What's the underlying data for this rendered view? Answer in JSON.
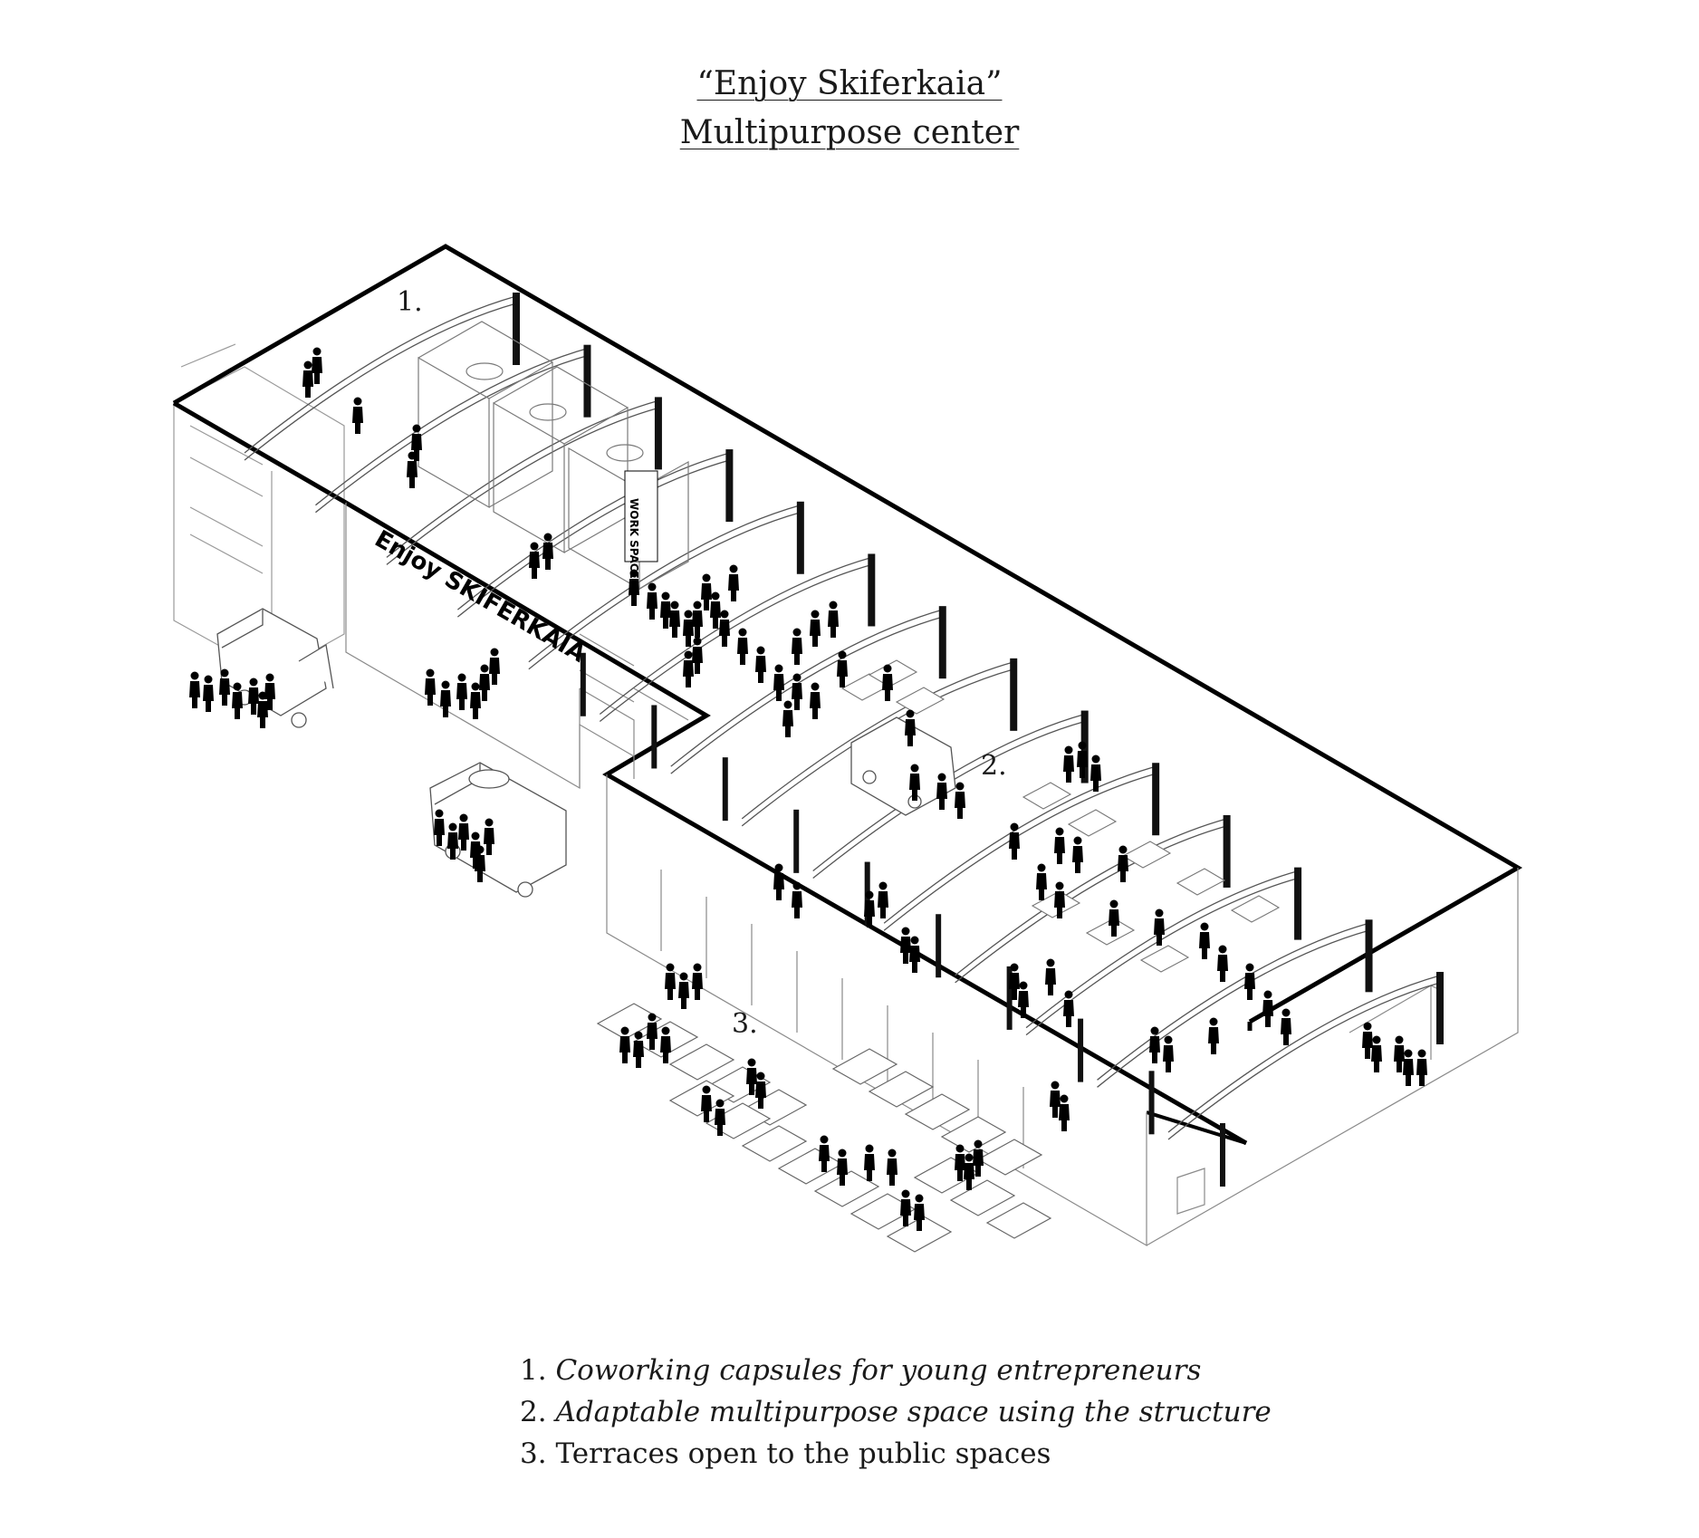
{
  "title": {
    "line1": "“Enjoy Skiferkaia”",
    "line2": "Multipurpose center"
  },
  "zones": [
    {
      "label": "1."
    },
    {
      "label": "2."
    },
    {
      "label": "3."
    }
  ],
  "signage": {
    "facade_sign": "Enjoy SKIFERKAIA",
    "work_space_sign": "WORK SPACE"
  },
  "legend": [
    {
      "number": "1.",
      "text": "Coworking capsules for young entrepreneurs",
      "style": "italic"
    },
    {
      "number": "2.",
      "text": "Adaptable multipurpose space using the structure",
      "style": "italic"
    },
    {
      "number": "3.",
      "text": "Terraces open to the public spaces",
      "style": "normal"
    }
  ]
}
